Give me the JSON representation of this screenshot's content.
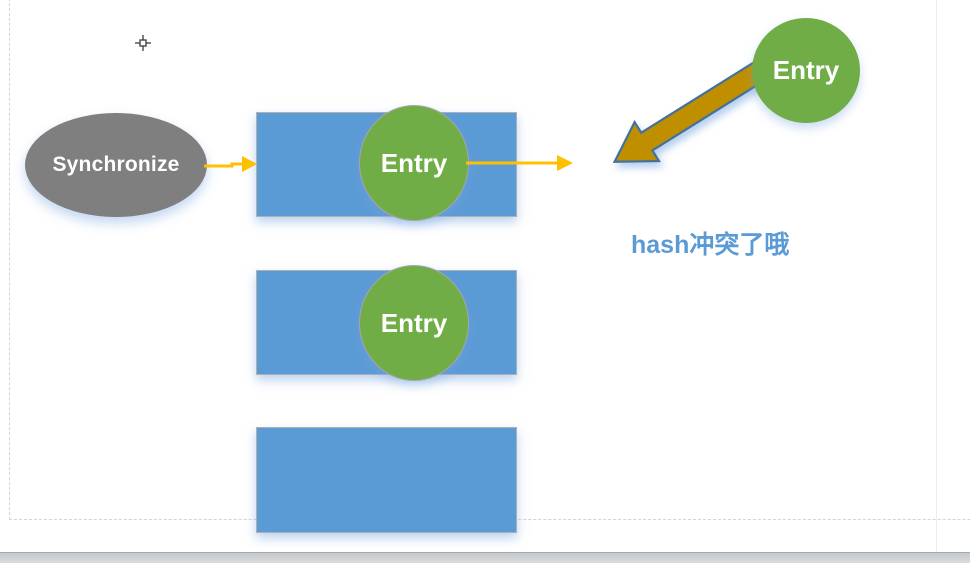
{
  "diagram": {
    "ellipse": {
      "label": "Synchronize",
      "fill": "#7F7F7F"
    },
    "bucket1": {
      "entry_label": "Entry"
    },
    "bucket2": {
      "entry_label": "Entry"
    },
    "incoming": {
      "entry_label": "Entry"
    },
    "annotation": {
      "text": "hash冲突了哦",
      "color": "#5B9BD5"
    },
    "colors": {
      "bucket_blue": "#5B9BD5",
      "entry_green": "#70AD47",
      "connector_gold": "#FFC000",
      "collision_arrow_fill": "#BF8F00",
      "collision_arrow_stroke": "#41719C",
      "placeholder_dash_gray": "#D4D4D4"
    },
    "icons": {
      "cursor": "crosshair"
    }
  }
}
